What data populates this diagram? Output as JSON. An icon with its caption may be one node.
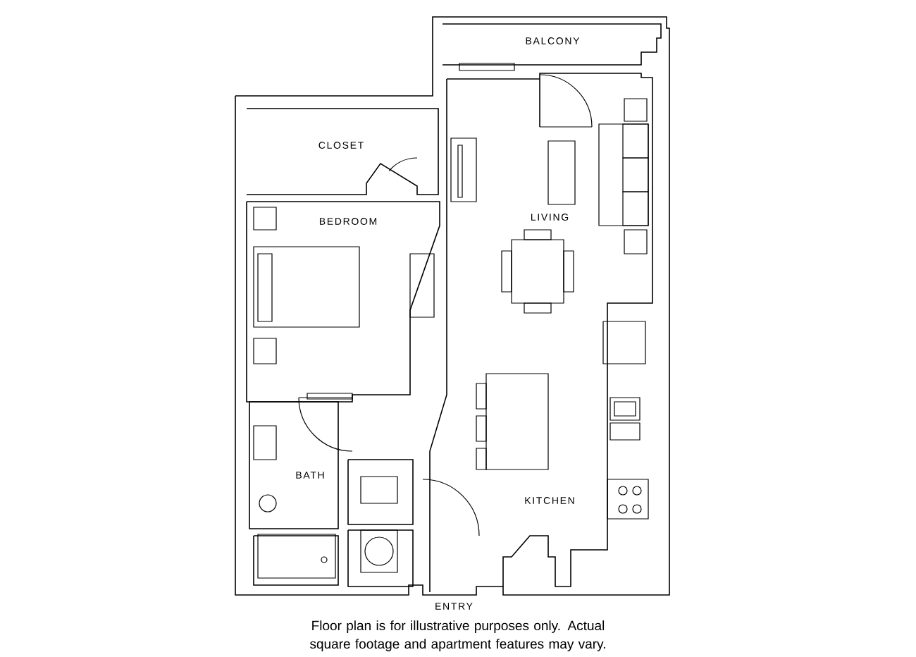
{
  "diagram": {
    "caption": "Floor plan is for illustrative purposes only. Actual square footage and apartment features may vary.",
    "labels": [
      "BALCONY",
      "CLOSET",
      "BEDROOM",
      "LIVING",
      "BATH",
      "KITCHEN",
      "ENTRY"
    ]
  }
}
